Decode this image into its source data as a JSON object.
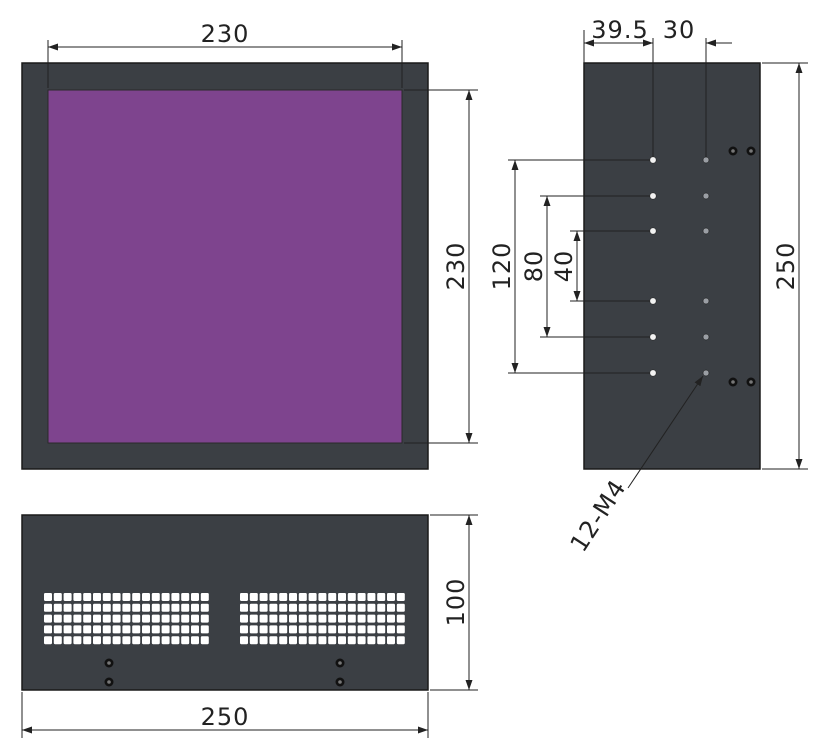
{
  "colors": {
    "background": "#ffffff",
    "housing": "#3b3f44",
    "housing_edge": "#1a1a1a",
    "emitter": "#7e448e",
    "vent_slot": "#ffffff",
    "dim_line": "#222222",
    "hole_fill": "#e6e6e6",
    "screw": "#111111"
  },
  "front_view": {
    "width_label": "230",
    "height_label": "230",
    "icon": "uv-emitter-window"
  },
  "side_view": {
    "offset_1_label": "39.5",
    "offset_2_label": "30",
    "pitch_120_label": "120",
    "pitch_80_label": "80",
    "pitch_40_label": "40",
    "length_label": "250",
    "thread_callout": "12-M4"
  },
  "bottom_view": {
    "length_label": "250",
    "height_label": "100",
    "icon": "vent-grille"
  }
}
